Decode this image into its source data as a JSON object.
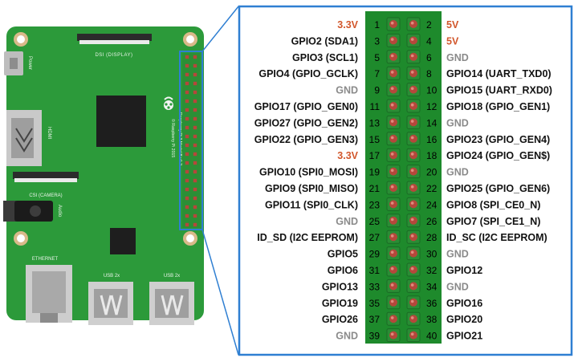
{
  "board": {
    "power_label": "Power",
    "dsi_label": "DSI (DISPLAY)",
    "hdmi_label": "HDMI",
    "csi_label": "CSI (CAMERA)",
    "audio_label": "Audio",
    "ethernet_label": "ETHERNET",
    "usb1_label": "USB 2x",
    "usb2_label": "USB 2x",
    "model_text": "Raspberry Pi 3 Model B v1.2",
    "copyright_text": "© Raspberry Pi 2015"
  },
  "colors": {
    "board_green": "#2c9a3a",
    "header_green": "#1e8a2c",
    "pin_red": "#b5473b",
    "power_orange": "#d2572c",
    "ground_gray": "#8a8a8a",
    "gpio_black": "#111111",
    "frame_blue": "#2f7fd2"
  },
  "pinout": {
    "rows": [
      {
        "left_label": "3.3V",
        "left_pin": "1",
        "right_pin": "2",
        "right_label": "5V",
        "left_type": "power",
        "right_type": "power"
      },
      {
        "left_label": "GPIO2 (SDA1)",
        "left_pin": "3",
        "right_pin": "4",
        "right_label": "5V",
        "left_type": "gpio",
        "right_type": "power"
      },
      {
        "left_label": "GPIO3 (SCL1)",
        "left_pin": "5",
        "right_pin": "6",
        "right_label": "GND",
        "left_type": "gpio",
        "right_type": "ground"
      },
      {
        "left_label": "GPIO4 (GPIO_GCLK)",
        "left_pin": "7",
        "right_pin": "8",
        "right_label": "GPIO14 (UART_TXD0)",
        "left_type": "gpio",
        "right_type": "gpio"
      },
      {
        "left_label": "GND",
        "left_pin": "9",
        "right_pin": "10",
        "right_label": "GPIO15 (UART_RXD0)",
        "left_type": "ground",
        "right_type": "gpio"
      },
      {
        "left_label": "GPIO17 (GPIO_GEN0)",
        "left_pin": "11",
        "right_pin": "12",
        "right_label": "GPIO18 (GPIO_GEN1)",
        "left_type": "gpio",
        "right_type": "gpio"
      },
      {
        "left_label": "GPIO27 (GPIO_GEN2)",
        "left_pin": "13",
        "right_pin": "14",
        "right_label": "GND",
        "left_type": "gpio",
        "right_type": "ground"
      },
      {
        "left_label": "GPIO22 (GPIO_GEN3)",
        "left_pin": "15",
        "right_pin": "16",
        "right_label": "GPIO23 (GPIO_GEN4)",
        "left_type": "gpio",
        "right_type": "gpio"
      },
      {
        "left_label": "3.3V",
        "left_pin": "17",
        "right_pin": "18",
        "right_label": "GPIO24 (GPIO_GEN$)",
        "left_type": "power",
        "right_type": "gpio"
      },
      {
        "left_label": "GPIO10 (SPI0_MOSI)",
        "left_pin": "19",
        "right_pin": "20",
        "right_label": "GND",
        "left_type": "gpio",
        "right_type": "ground"
      },
      {
        "left_label": "GPIO9 (SPI0_MISO)",
        "left_pin": "21",
        "right_pin": "22",
        "right_label": "GPIO25 (GPIO_GEN6)",
        "left_type": "gpio",
        "right_type": "gpio"
      },
      {
        "left_label": "GPIO11 (SPI0_CLK)",
        "left_pin": "23",
        "right_pin": "24",
        "right_label": "GPIO8 (SPI_CE0_N)",
        "left_type": "gpio",
        "right_type": "gpio"
      },
      {
        "left_label": "GND",
        "left_pin": "25",
        "right_pin": "26",
        "right_label": "GPIO7 (SPI_CE1_N)",
        "left_type": "ground",
        "right_type": "gpio"
      },
      {
        "left_label": "ID_SD (I2C EEPROM)",
        "left_pin": "27",
        "right_pin": "28",
        "right_label": "ID_SC (I2C EEPROM)",
        "left_type": "gpio",
        "right_type": "gpio"
      },
      {
        "left_label": "GPIO5",
        "left_pin": "29",
        "right_pin": "30",
        "right_label": "GND",
        "left_type": "gpio",
        "right_type": "ground"
      },
      {
        "left_label": "GPIO6",
        "left_pin": "31",
        "right_pin": "32",
        "right_label": "GPIO12",
        "left_type": "gpio",
        "right_type": "gpio"
      },
      {
        "left_label": "GPIO13",
        "left_pin": "33",
        "right_pin": "34",
        "right_label": "GND",
        "left_type": "gpio",
        "right_type": "ground"
      },
      {
        "left_label": "GPIO19",
        "left_pin": "35",
        "right_pin": "36",
        "right_label": "GPIO16",
        "left_type": "gpio",
        "right_type": "gpio"
      },
      {
        "left_label": "GPIO26",
        "left_pin": "37",
        "right_pin": "38",
        "right_label": "GPIO20",
        "left_type": "gpio",
        "right_type": "gpio"
      },
      {
        "left_label": "GND",
        "left_pin": "39",
        "right_pin": "40",
        "right_label": "GPIO21",
        "left_type": "ground",
        "right_type": "gpio"
      }
    ]
  }
}
